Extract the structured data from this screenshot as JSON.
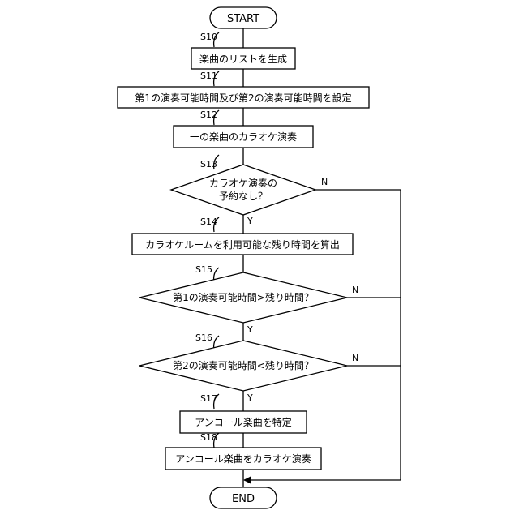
{
  "start": "START",
  "end": "END",
  "steps": {
    "s10": {
      "id": "S10",
      "text": "楽曲のリストを生成"
    },
    "s11": {
      "id": "S11",
      "text": "第1の演奏可能時間及び第2の演奏可能時間を設定"
    },
    "s12": {
      "id": "S12",
      "text": "一の楽曲のカラオケ演奏"
    },
    "s13": {
      "id": "S13",
      "line1": "カラオケ演奏の",
      "line2": "予約なし？"
    },
    "s14": {
      "id": "S14",
      "text": "カラオケルームを利用可能な残り時間を算出"
    },
    "s15": {
      "id": "S15",
      "text": "第1の演奏可能時間>残り時間？"
    },
    "s16": {
      "id": "S16",
      "text": "第2の演奏可能時間<残り時間？"
    },
    "s17": {
      "id": "S17",
      "text": "アンコール楽曲を特定"
    },
    "s18": {
      "id": "S18",
      "text": "アンコール楽曲をカラオケ演奏"
    }
  },
  "branch": {
    "yes": "Y",
    "no": "N"
  }
}
